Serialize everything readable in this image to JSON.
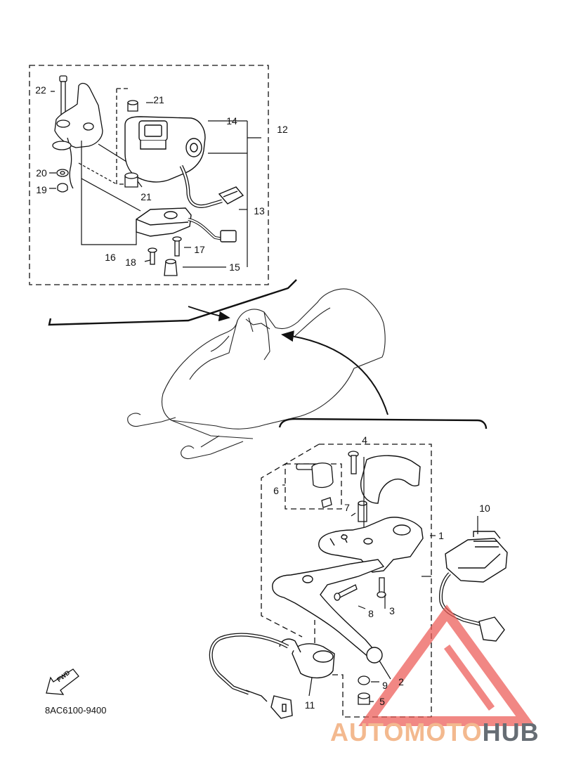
{
  "diagram": {
    "part_code": "8AC6100-9400",
    "fwd_label": "FWD",
    "watermark": {
      "part1": "AUTOMOTO",
      "part2": "HUB"
    },
    "callouts": {
      "c1": "1",
      "c2": "2",
      "c3": "3",
      "c4": "4",
      "c5": "5",
      "c6": "6",
      "c7": "7",
      "c8": "8",
      "c9": "9",
      "c10": "10",
      "c11": "11",
      "c12": "12",
      "c13": "13",
      "c14": "14",
      "c15": "15",
      "c16": "16",
      "c17": "17",
      "c18": "18",
      "c19": "19",
      "c20": "20",
      "c21a": "21",
      "c21b": "21",
      "c22": "22"
    }
  },
  "colors": {
    "line": "#111111",
    "watermark_red": "#ec5a55",
    "watermark_orange": "#f3b98f",
    "watermark_gray": "#666d74"
  }
}
